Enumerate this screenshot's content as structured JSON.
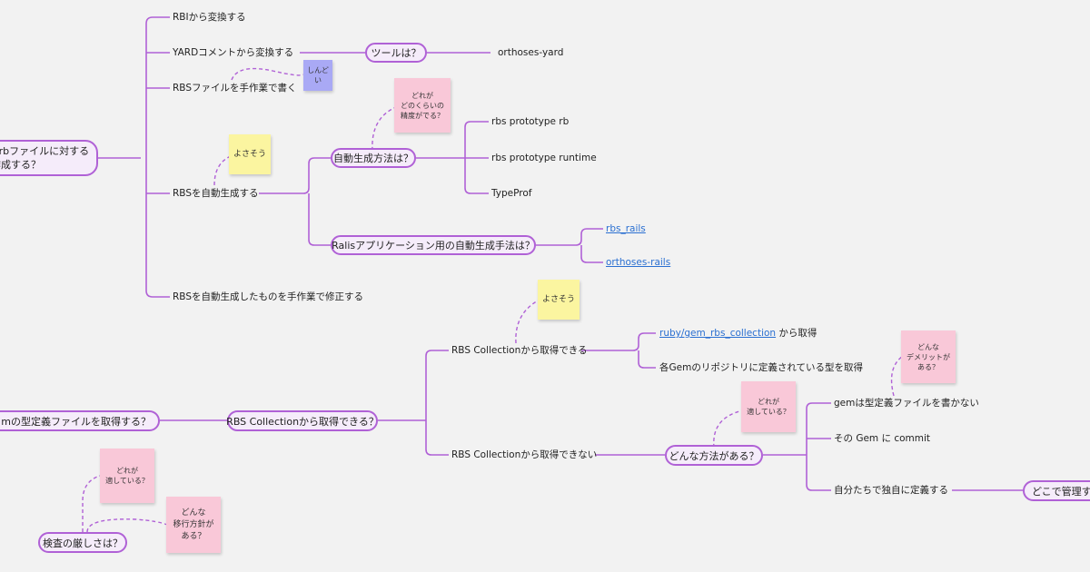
{
  "colors": {
    "edge": "#b061d6",
    "pill_bg": "#f5ecfa",
    "pink": "#f9c8d8",
    "yellow": "#fbf5a0",
    "blue": "#a9a9f5",
    "link": "#2a6fd1"
  },
  "nodes": {
    "root_pill": [
      "Orbファイルに対する",
      "作成する？"
    ],
    "rbi": "RBIから変換する",
    "yard": "YARDコメントから変換する",
    "tool_pill": "ツールは？",
    "orthoses_yard": "orthoses-yard",
    "rbs_manual": "RBSファイルを手作業で書く",
    "rbs_auto": "RBSを自動生成する",
    "auto_method_pill": "自動生成方法は？",
    "proto_rb": "rbs prototype rb",
    "proto_runtime": "rbs prototype runtime",
    "typeprof": "TypeProf",
    "rails_pill": "Ralisアプリケーション用の自動生成手法は？",
    "rbs_rails": "rbs_rails",
    "orthoses_rails": "orthoses-rails",
    "rbs_auto_fix": "RBSを自動生成したものを手作業で修正する",
    "gem_pill": "mの型定義ファイルを取得する？",
    "collection_pill": "RBS Collectionから取得できる？",
    "collection_yes": "RBS Collectionから取得できる",
    "gem_collection_link": "ruby/gem_rbs_collection",
    "gem_collection_suffix": " から取得",
    "gem_repo": "各Gemのリポジトリに定義されている型を取得",
    "collection_no": "RBS Collectionから取得できない",
    "how_pill": "どんな方法がある？",
    "gem_no_types": "gemは型定義ファイルを書かない",
    "commit": "その Gem に commit",
    "own_define": "自分たちで独自に定義する",
    "where_pill": "どこで管理する",
    "strict_pill": "検査の厳しさは？"
  },
  "stickies": {
    "shindoi": [
      "しんど",
      "い"
    ],
    "accuracy": [
      "どれが",
      "どのくらいの",
      "精度がでる？"
    ],
    "yosasou1": [
      "よさそう"
    ],
    "yosasou2": [
      "よさそう"
    ],
    "demerit": [
      "どんな",
      "デメリットが",
      "ある？"
    ],
    "suited1": [
      "どれが",
      "適している？"
    ],
    "suited2": [
      "どれが",
      "適している？"
    ],
    "migration": [
      "どんな",
      "移行方針が",
      "ある？"
    ]
  }
}
